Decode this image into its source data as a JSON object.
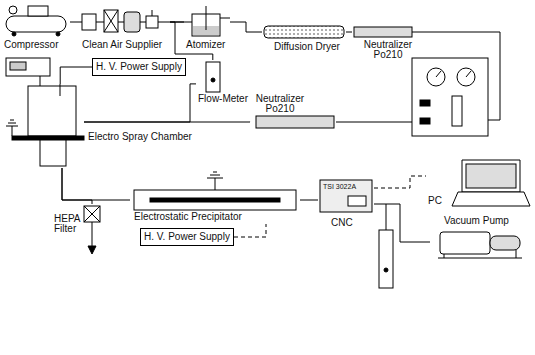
{
  "diagram": {
    "nodes": [
      {
        "text": [
          "Compressor"
        ]
      },
      {
        "text": [
          "Clean Air Supplier"
        ]
      },
      {
        "text": [
          "Atomizer"
        ]
      },
      {
        "text": [
          "Diffusion Dryer"
        ]
      },
      {
        "text": [
          "Neutralizer Po210"
        ]
      },
      {
        "text": [
          "H. V. Power Supply"
        ]
      },
      {
        "text": [
          "Flow-Meter"
        ]
      },
      {
        "text": [
          "Neutralizer Po210"
        ]
      },
      {
        "text": [
          "Electro Spray Chamber"
        ]
      },
      {
        "text": [
          "Electrostatic Precipitator"
        ]
      },
      {
        "text": [
          "TSI 3022A",
          "CNC"
        ]
      },
      {
        "text": [
          "PC"
        ]
      },
      {
        "text": [
          "HEPA Filter"
        ]
      },
      {
        "text": [
          "H. V. Power Supply"
        ]
      },
      {
        "text": [
          "Vacuum Pump"
        ]
      }
    ],
    "edges": [
      {
        "from": 0,
        "to": 1,
        "arrow": "none"
      },
      {
        "from": 1,
        "to": 2,
        "arrow": "none"
      },
      {
        "from": 2,
        "to": 3,
        "arrow": "none"
      },
      {
        "from": 3,
        "to": 4,
        "arrow": "none"
      },
      {
        "from": 1,
        "to": 6,
        "arrow": "none"
      },
      {
        "from": 6,
        "to": 8,
        "arrow": "none"
      },
      {
        "from": 7,
        "to": 8,
        "arrow": "none"
      },
      {
        "from": 5,
        "to": 8,
        "arrow": "none"
      },
      {
        "from": 8,
        "to": 9,
        "arrow": "none"
      },
      {
        "from": 8,
        "to": 12,
        "arrow": "none"
      },
      {
        "from": 9,
        "to": 10,
        "arrow": "none"
      },
      {
        "from": 10,
        "to": 11,
        "arrow": "none"
      },
      {
        "from": 10,
        "to": 14,
        "arrow": "none"
      },
      {
        "from": 13,
        "to": 9,
        "arrow": "none"
      }
    ]
  }
}
